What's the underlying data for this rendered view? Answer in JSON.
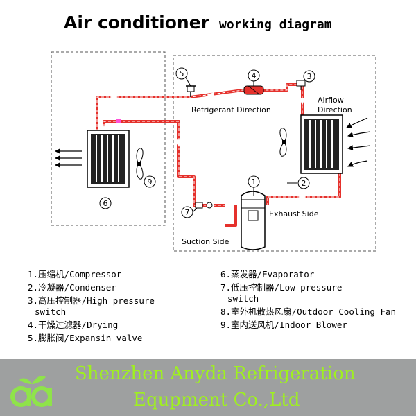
{
  "title": {
    "main": "Air conditioner",
    "sub": "working diagram"
  },
  "labels": {
    "refrigerant_direction": "Refrigerant Direction",
    "airflow": "Airflow",
    "direction": "Direction",
    "exhaust_side": "Exhaust Side",
    "suction_side": "Suction Side"
  },
  "markers": {
    "m1": "1",
    "m2": "2",
    "m3": "3",
    "m4": "4",
    "m5": "5",
    "m6": "6",
    "m7": "7",
    "m9": "9"
  },
  "legend_left": [
    {
      "lines": [
        "1.压缩机/Compressor"
      ]
    },
    {
      "lines": [
        "2.冷凝器/Condenser"
      ]
    },
    {
      "lines": [
        "3.高压控制器/High pressure",
        "switch"
      ]
    },
    {
      "lines": [
        "4.干燥过滤器/Drying"
      ]
    },
    {
      "lines": [
        "5.膨胀阀/Expansin valve"
      ]
    }
  ],
  "legend_right": [
    {
      "lines": [
        "6.蒸发器/Evaporator"
      ]
    },
    {
      "lines": [
        "7.低压控制器/Low pressure",
        "switch"
      ]
    },
    {
      "lines": [
        "8.室外机散热风扇/Outdoor Cooling Fan"
      ]
    },
    {
      "lines": [
        "9.室内送风机/Indoor Blower"
      ]
    }
  ],
  "footer": {
    "line1": "Shenzhen Anyda Refrigeration",
    "line2": "Equpment Co.,Ltd"
  },
  "colors": {
    "pipe": "#e5312c",
    "footer_bg": "#9ea0a0",
    "footer_text": "#9ff11f",
    "logo_green": "#8fe34a"
  }
}
